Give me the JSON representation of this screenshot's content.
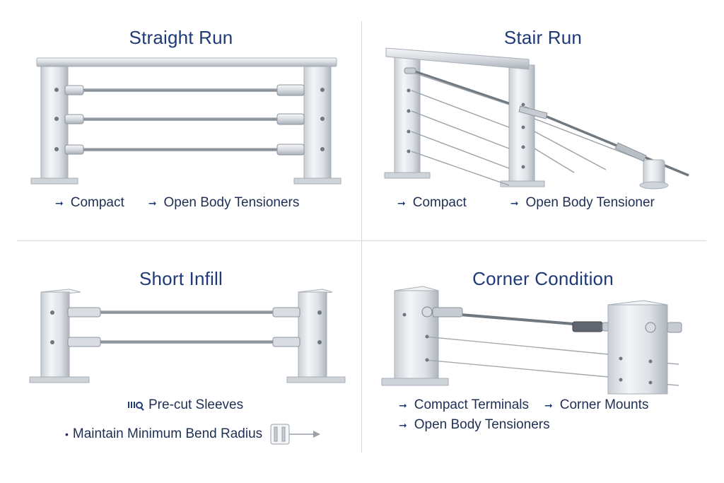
{
  "palette": {
    "title_color": "#1f3a78",
    "text_color": "#1f2f52",
    "steel_light": "#eef0f3",
    "steel_dark": "#9aa3ad",
    "cable": "#8e959c"
  },
  "panels": [
    {
      "title": "Straight Run",
      "captions": [
        {
          "icon": "arrow-right-icon",
          "text": "Compact"
        },
        {
          "icon": "arrow-right-icon",
          "text": "Open Body Tensioners"
        }
      ]
    },
    {
      "title": "Stair Run",
      "captions": [
        {
          "icon": "arrow-right-icon",
          "text": "Compact"
        },
        {
          "icon": "arrow-right-icon",
          "text": "Open Body Tensioner"
        }
      ]
    },
    {
      "title": "Short Infill",
      "captions": [
        {
          "icon": "sleeve-icon",
          "text": "Pre-cut Sleeves"
        },
        {
          "icon": "bullet-icon",
          "text": "Maintain Minimum Bend Radius"
        }
      ]
    },
    {
      "title": "Corner Condition",
      "captions": [
        {
          "icon": "arrow-right-icon",
          "text": "Compact Terminals"
        },
        {
          "icon": "arrow-right-icon",
          "text": "Corner Mounts"
        },
        {
          "icon": "arrow-right-icon",
          "text": "Open Body Tensioners"
        }
      ]
    }
  ]
}
